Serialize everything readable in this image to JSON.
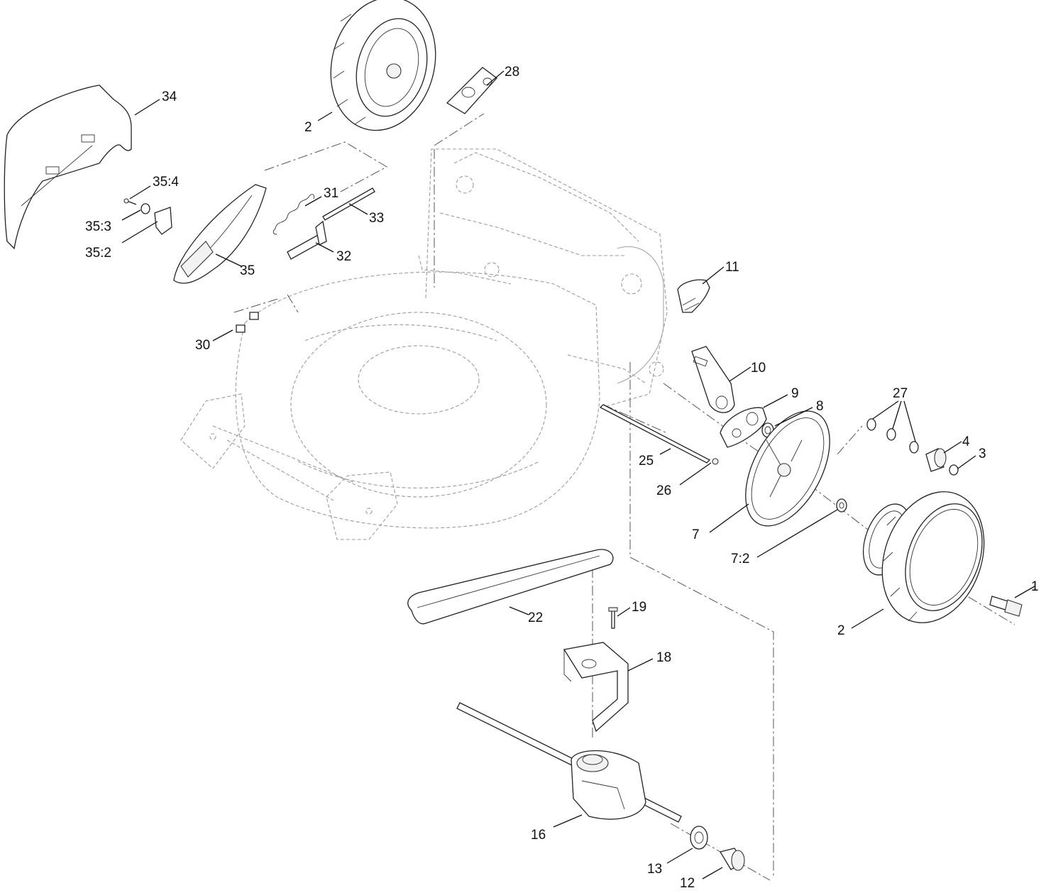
{
  "labels": {
    "l1": "1",
    "l2a": "2",
    "l2b": "2",
    "l3": "3",
    "l4": "4",
    "l7": "7",
    "l7_2": "7:2",
    "l8": "8",
    "l9": "9",
    "l10": "10",
    "l11": "11",
    "l12": "12",
    "l13": "13",
    "l16": "16",
    "l18": "18",
    "l19": "19",
    "l22": "22",
    "l25": "25",
    "l26": "26",
    "l27": "27",
    "l28": "28",
    "l30": "30",
    "l31": "31",
    "l32": "32",
    "l33": "33",
    "l34": "34",
    "l35": "35",
    "l35_2": "35:2",
    "l35_3": "35:3",
    "l35_4": "35:4"
  }
}
